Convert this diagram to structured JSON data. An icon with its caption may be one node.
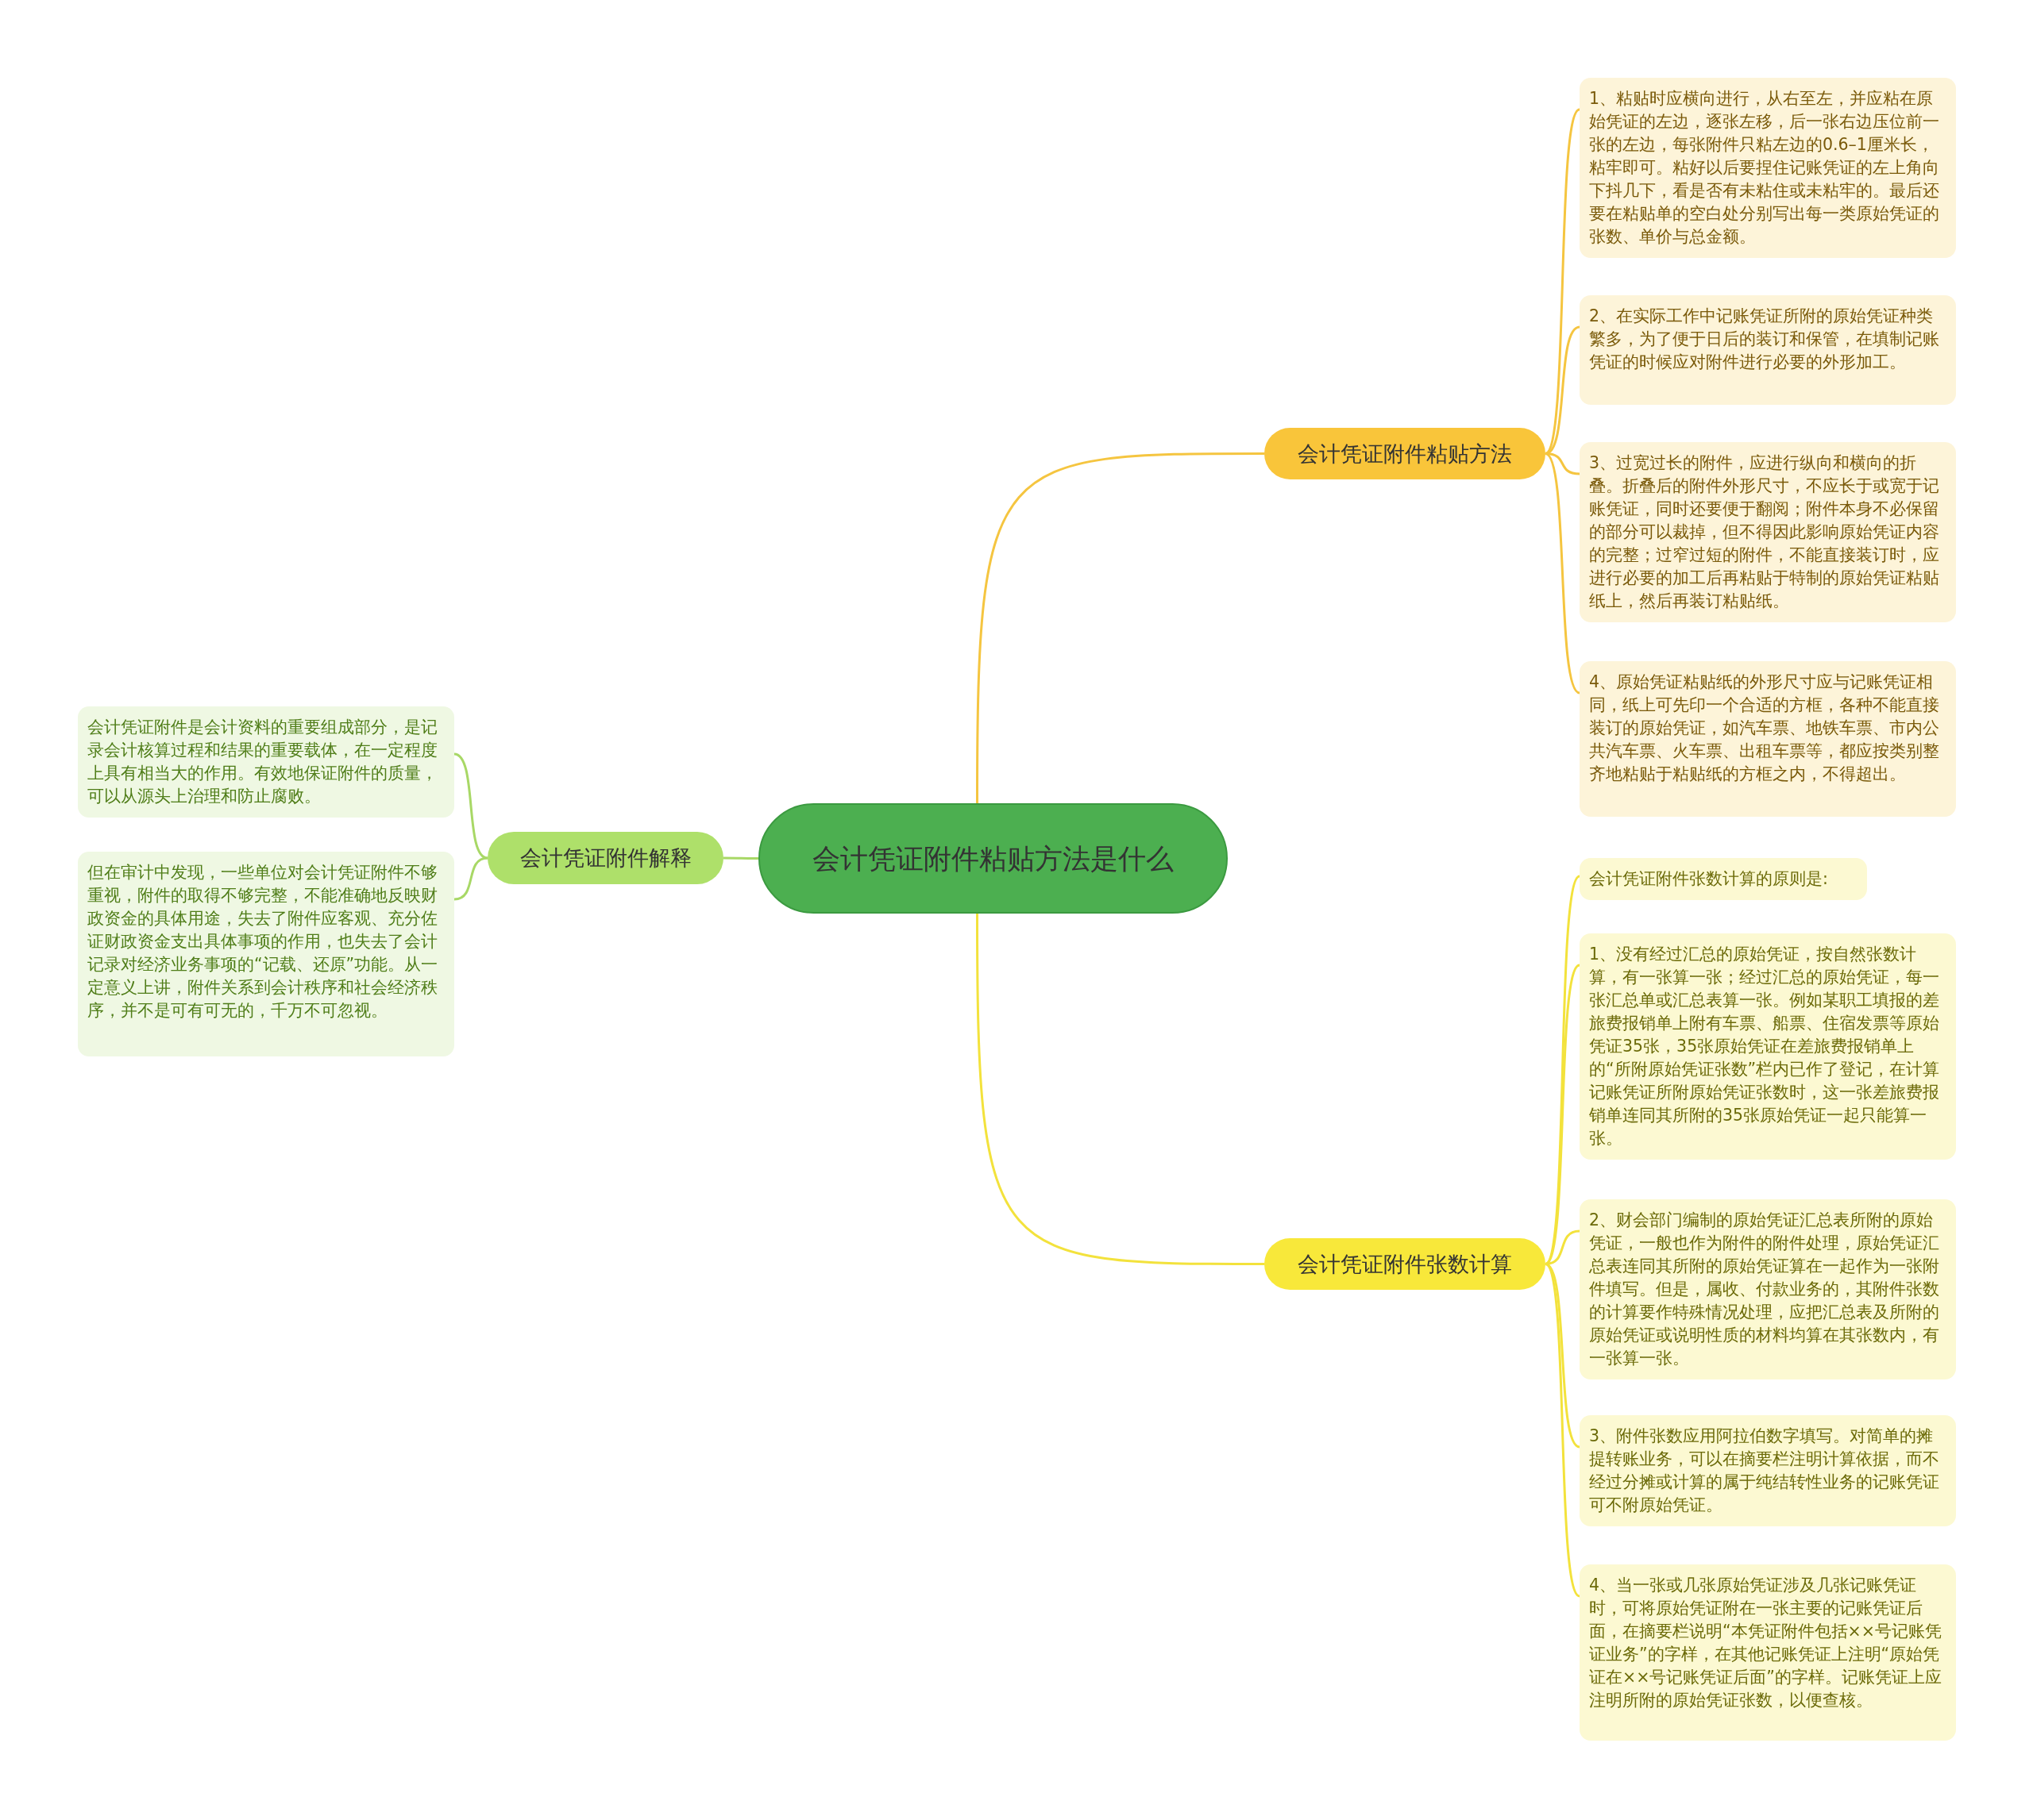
{
  "diagram": {
    "nodes": [
      {
        "text": [
          "会计凭证附件粘贴方法是什么"
        ]
      },
      {
        "text": [
          "会计凭证附件粘贴方法"
        ]
      },
      {
        "text": [
          "1、粘贴时应横向进行，从右至左，并应粘在原始凭证的左边，逐张左移，后一张右边压位前一张的左边，每张附件只粘左边的0.6–1厘米长，粘牢即可。粘好以后要捏住记账凭证的左上角向下抖几下，看是否有未粘住或未粘牢的。最后还要在粘贴单的空白处分别写出每一类原始凭证的张数、单价与总金额。"
        ]
      },
      {
        "text": [
          "2、在实际工作中记账凭证所附的原始凭证种类繁多，为了便于日后的装订和保管，在填制记账凭证的时候应对附件进行必要的外形加工。"
        ]
      },
      {
        "text": [
          "3、过宽过长的附件，应进行纵向和横向的折叠。折叠后的附件外形尺寸，不应长于或宽于记账凭证，同时还要便于翻阅；附件本身不必保留的部分可以裁掉，但不得因此影响原始凭证内容的完整；过窄过短的附件，不能直接装订时，应进行必要的加工后再粘贴于特制的原始凭证粘贴纸上，然后再装订粘贴纸。"
        ]
      },
      {
        "text": [
          "4、原始凭证粘贴纸的外形尺寸应与记账凭证相同，纸上可先印一个合适的方框，各种不能直接装订的原始凭证，如汽车票、地铁车票、市内公共汽车票、火车票、出租车票等，都应按类别整齐地粘贴于粘贴纸的方框之内，不得超出。"
        ]
      },
      {
        "text": [
          "会计凭证附件张数计算"
        ]
      },
      {
        "text": [
          "会计凭证附件张数计算的原则是:"
        ]
      },
      {
        "text": [
          "1、没有经过汇总的原始凭证，按自然张数计算，有一张算一张；经过汇总的原始凭证，每一张汇总单或汇总表算一张。例如某职工填报的差旅费报销单上附有车票、船票、住宿发票等原始凭证35张，35张原始凭证在差旅费报销单上的“所附原始凭证张数”栏内已作了登记，在计算记账凭证所附原始凭证张数时，这一张差旅费报销单连同其所附的35张原始凭证一起只能算一张。"
        ]
      },
      {
        "text": [
          "2、财会部门编制的原始凭证汇总表所附的原始凭证，一般也作为附件的附件处理，原始凭证汇总表连同其所附的原始凭证算在一起作为一张附件填写。但是，属收、付款业务的，其附件张数的计算要作特殊情况处理，应把汇总表及所附的原始凭证或说明性质的材料均算在其张数内，有一张算一张。"
        ]
      },
      {
        "text": [
          "3、附件张数应用阿拉伯数字填写。对简单的摊提转账业务，可以在摘要栏注明计算依据，而不经过分摊或计算的属于纯结转性业务的记账凭证可不附原始凭证。"
        ]
      },
      {
        "text": [
          "4、当一张或几张原始凭证涉及几张记账凭证时，可将原始凭证附在一张主要的记账凭证后面，在摘要栏说明“本凭证附件包括××号记账凭证业务”的字样，在其他记账凭证上注明“原始凭证在××号记账凭证后面”的字样。记账凭证上应注明所附的原始凭证张数，以便查核。"
        ]
      },
      {
        "text": [
          "会计凭证附件解释"
        ]
      },
      {
        "text": [
          "会计凭证附件是会计资料的重要组成部分，是记录会计核算过程和结果的重要载体，在一定程度上具有相当大的作用。有效地保证附件的质量，可以从源头上治理和防止腐败。"
        ]
      },
      {
        "text": [
          "但在审计中发现，一些单位对会计凭证附件不够重视，附件的取得不够完整，不能准确地反映财政资金的具体用途，失去了附件应客观、充分佐证财政资金支出具体事项的作用，也失去了会计记录对经济业务事项的“记载、还原”功能。从一定意义上讲，附件关系到会计秩序和社会经济秩序，并不是可有可无的，千万不可忽视。"
        ]
      }
    ],
    "edges": [
      {
        "from": 0,
        "to": 1,
        "arrow": "none",
        "color": "#f5c540"
      },
      {
        "from": 1,
        "to": 2,
        "arrow": "none",
        "color": "#f5c540"
      },
      {
        "from": 1,
        "to": 3,
        "arrow": "none",
        "color": "#f5c540"
      },
      {
        "from": 1,
        "to": 4,
        "arrow": "none",
        "color": "#f5c540"
      },
      {
        "from": 1,
        "to": 5,
        "arrow": "none",
        "color": "#f5c540"
      },
      {
        "from": 0,
        "to": 6,
        "arrow": "none"
      },
      {
        "from": 6,
        "to": 7,
        "arrow": "none"
      },
      {
        "from": 6,
        "to": 8,
        "arrow": "none"
      },
      {
        "from": 6,
        "to": 9,
        "arrow": "none"
      },
      {
        "from": 6,
        "to": 10,
        "arrow": "none"
      },
      {
        "from": 6,
        "to": 11,
        "arrow": "none"
      },
      {
        "from": 0,
        "to": 12,
        "arrow": "none",
        "color": "#a8d866"
      },
      {
        "from": 12,
        "to": 13,
        "arrow": "none",
        "color": "#a8d866"
      },
      {
        "from": 12,
        "to": 14,
        "arrow": "none",
        "color": "#a8d866"
      }
    ]
  }
}
